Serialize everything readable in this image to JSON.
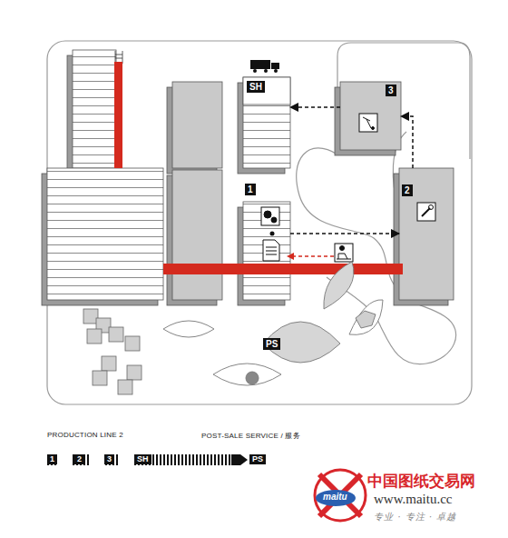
{
  "diagram": {
    "nodes": [
      {
        "text": [
          "SH"
        ]
      },
      {
        "text": [
          "1"
        ]
      },
      {
        "text": [
          "2"
        ]
      },
      {
        "text": [
          "3"
        ]
      },
      {
        "text": [
          "PS"
        ]
      }
    ],
    "edges": [
      {
        "from": 1,
        "to": 2,
        "arrow": "to"
      },
      {
        "from": 2,
        "to": 3,
        "arrow": "to"
      },
      {
        "from": 3,
        "to": 0,
        "arrow": "to"
      }
    ],
    "labels": [
      "PRODUCTION LINE  2",
      "POST-SALE SERVICE / 服务",
      "1",
      "2",
      "3",
      "SH",
      "PS",
      "maitu",
      "中国图纸交易网",
      "www.maitu.cc",
      "专业 · 专注 · 卓越"
    ]
  }
}
